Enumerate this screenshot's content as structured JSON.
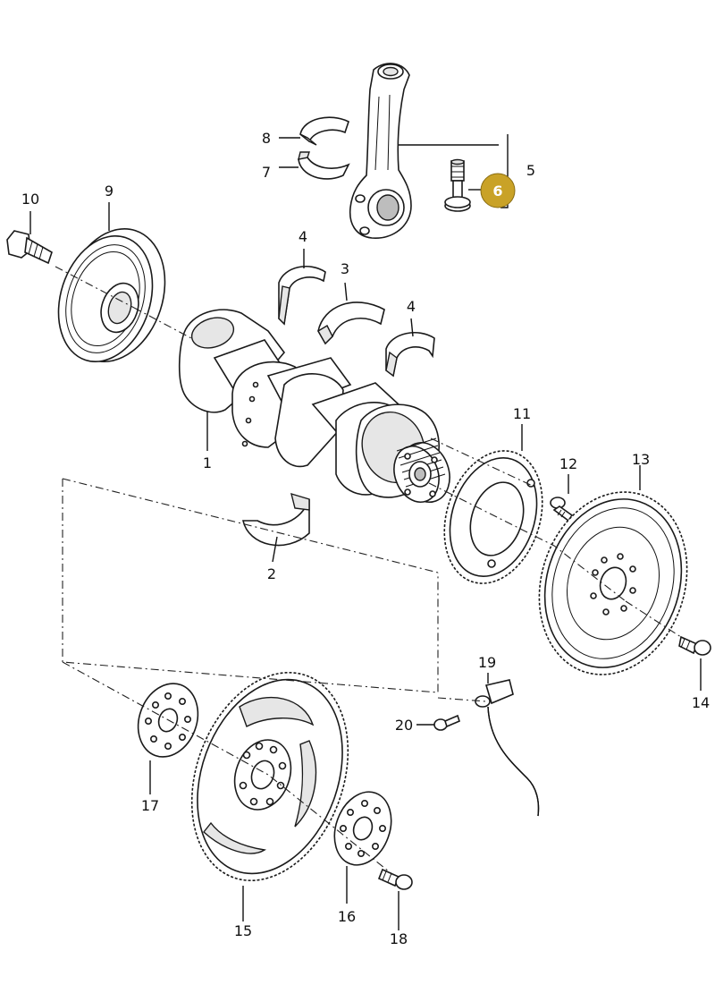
{
  "highlight_color": "#c9a227",
  "callouts": [
    {
      "id": "1",
      "label": "1"
    },
    {
      "id": "2",
      "label": "2"
    },
    {
      "id": "3",
      "label": "3"
    },
    {
      "id": "4a",
      "label": "4"
    },
    {
      "id": "4b",
      "label": "4"
    },
    {
      "id": "5",
      "label": "5"
    },
    {
      "id": "6",
      "label": "6",
      "highlighted": true
    },
    {
      "id": "7",
      "label": "7"
    },
    {
      "id": "8",
      "label": "8"
    },
    {
      "id": "9",
      "label": "9"
    },
    {
      "id": "10",
      "label": "10"
    },
    {
      "id": "11",
      "label": "11"
    },
    {
      "id": "12",
      "label": "12"
    },
    {
      "id": "13",
      "label": "13"
    },
    {
      "id": "14",
      "label": "14"
    },
    {
      "id": "15",
      "label": "15"
    },
    {
      "id": "16",
      "label": "16"
    },
    {
      "id": "17",
      "label": "17"
    },
    {
      "id": "18",
      "label": "18"
    },
    {
      "id": "19",
      "label": "19"
    },
    {
      "id": "20",
      "label": "20"
    }
  ]
}
